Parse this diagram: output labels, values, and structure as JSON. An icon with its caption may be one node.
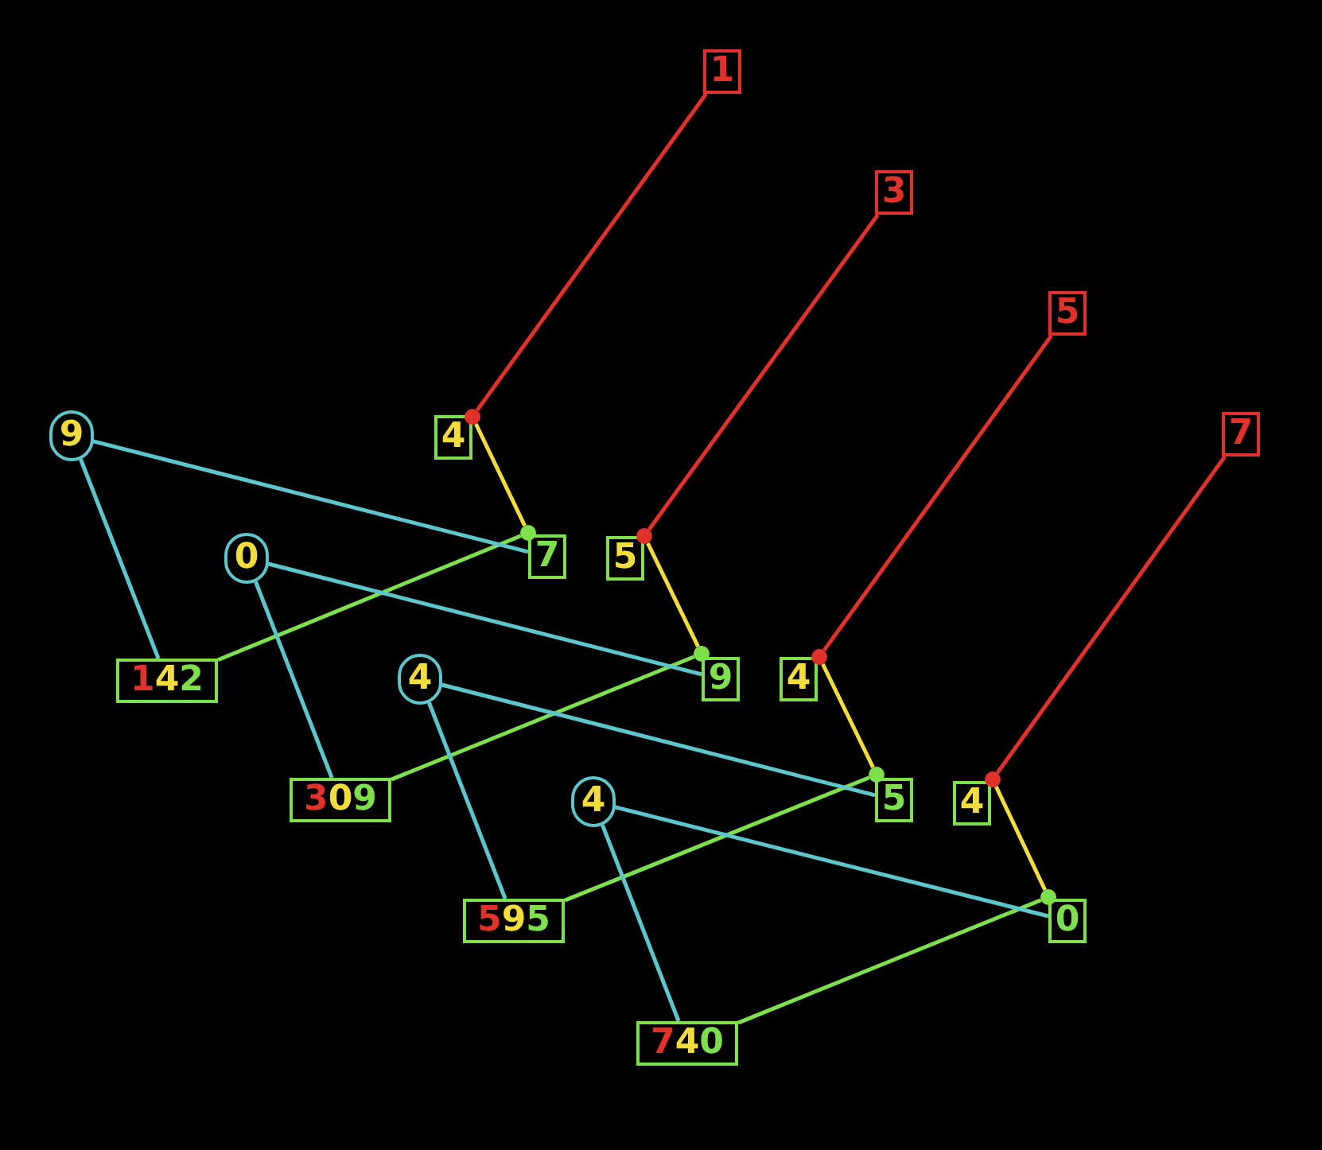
{
  "diagram": {
    "nodes": [
      {
        "text": [
          "1"
        ]
      },
      {
        "text": [
          "3"
        ]
      },
      {
        "text": [
          "5"
        ]
      },
      {
        "text": [
          "7"
        ]
      },
      {
        "text": [
          "9"
        ]
      },
      {
        "text": [
          "0"
        ]
      },
      {
        "text": [
          "4"
        ]
      },
      {
        "text": [
          "4"
        ]
      },
      {
        "text": [
          "4"
        ]
      },
      {
        "text": [
          "5"
        ]
      },
      {
        "text": [
          "4"
        ]
      },
      {
        "text": [
          "4"
        ]
      },
      {
        "text": [
          "7"
        ]
      },
      {
        "text": [
          "9"
        ]
      },
      {
        "text": [
          "5"
        ]
      },
      {
        "text": [
          "0"
        ]
      },
      {
        "text": [
          "142"
        ]
      },
      {
        "text": [
          "309"
        ]
      },
      {
        "text": [
          "595"
        ]
      },
      {
        "text": [
          "740"
        ]
      },
      {
        "text": [],
        "shape": "circle"
      },
      {
        "text": [],
        "shape": "circle"
      },
      {
        "text": [],
        "shape": "circle"
      },
      {
        "text": [],
        "shape": "circle"
      },
      {
        "text": [],
        "shape": "circle"
      },
      {
        "text": [],
        "shape": "circle"
      },
      {
        "text": [],
        "shape": "circle"
      },
      {
        "text": [],
        "shape": "circle"
      }
    ],
    "edges": [
      {
        "from": 0,
        "to": 20,
        "arrow": "none",
        "color": "#e0322a"
      },
      {
        "from": 20,
        "to": 21,
        "arrow": "none",
        "color": "#f2dd3a"
      },
      {
        "from": 21,
        "to": 16,
        "arrow": "none",
        "color": "#7ee04c"
      },
      {
        "from": 4,
        "to": 12,
        "arrow": "none"
      },
      {
        "from": 4,
        "to": 16,
        "arrow": "none"
      },
      {
        "from": 1,
        "to": 22,
        "arrow": "none",
        "color": "#e0322a"
      },
      {
        "from": 22,
        "to": 23,
        "arrow": "none",
        "color": "#f2dd3a"
      },
      {
        "from": 23,
        "to": 17,
        "arrow": "none",
        "color": "#7ee04c"
      },
      {
        "from": 5,
        "to": 13,
        "arrow": "none"
      },
      {
        "from": 5,
        "to": 17,
        "arrow": "none"
      },
      {
        "from": 2,
        "to": 24,
        "arrow": "none",
        "color": "#e0322a"
      },
      {
        "from": 24,
        "to": 25,
        "arrow": "none",
        "color": "#f2dd3a"
      },
      {
        "from": 25,
        "to": 18,
        "arrow": "none",
        "color": "#7ee04c"
      },
      {
        "from": 6,
        "to": 14,
        "arrow": "none"
      },
      {
        "from": 6,
        "to": 18,
        "arrow": "none"
      },
      {
        "from": 3,
        "to": 26,
        "arrow": "none",
        "color": "#e0322a"
      },
      {
        "from": 26,
        "to": 27,
        "arrow": "none",
        "color": "#f2dd3a"
      },
      {
        "from": 27,
        "to": 19,
        "arrow": "none",
        "color": "#7ee04c"
      },
      {
        "from": 7,
        "to": 15,
        "arrow": "none"
      },
      {
        "from": 7,
        "to": 19,
        "arrow": "none"
      }
    ]
  }
}
